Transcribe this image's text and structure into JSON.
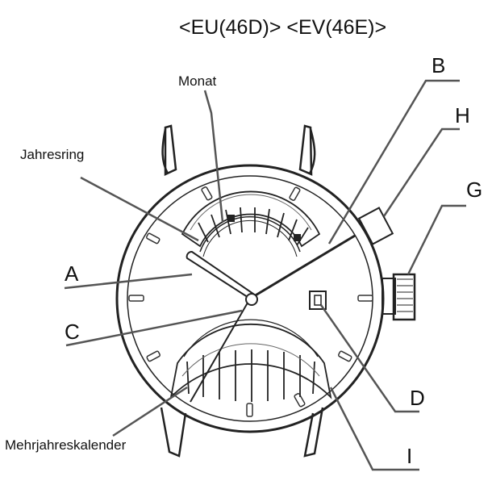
{
  "header": {
    "model_codes": "<EU(46D)> <EV(46E)>"
  },
  "labels": {
    "monat": "Monat",
    "jahresring": "Jahresring",
    "mehrjahreskalender": "Mehrjahreskalender",
    "a": "A",
    "b": "B",
    "c": "C",
    "d": "D",
    "g": "G",
    "h": "H",
    "i": "I"
  },
  "colors": {
    "line": "#222222",
    "leader": "#555555",
    "background": "#ffffff"
  }
}
